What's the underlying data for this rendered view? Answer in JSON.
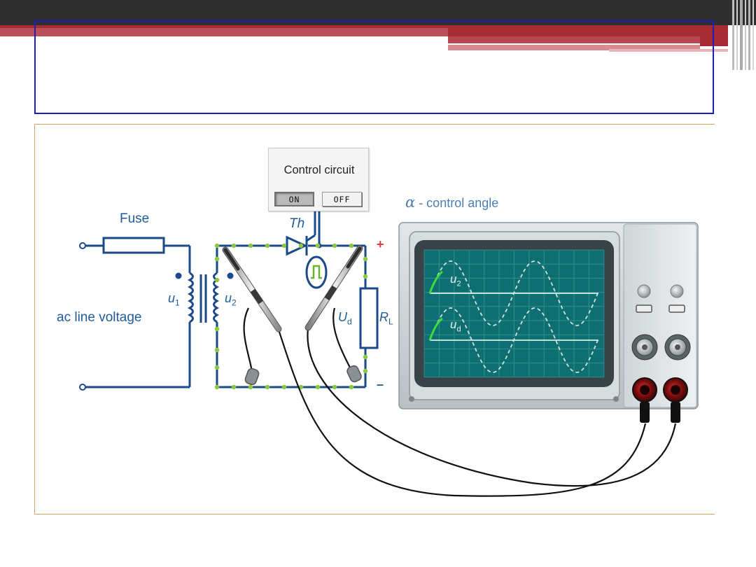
{
  "slide": {
    "title": "",
    "accent_color": "#a52a33",
    "frame_color": "#1d1dbb"
  },
  "control_panel": {
    "title": "Control circuit",
    "on_label": "ON",
    "off_label": "OFF"
  },
  "diagram": {
    "fuse_label": "Fuse",
    "thyristor_label": "Th",
    "line_voltage_label": "ac line voltage",
    "primary_label": {
      "base": "u",
      "sub": "1"
    },
    "secondary_label": {
      "base": "u",
      "sub": "2"
    },
    "output_voltage_label": {
      "base": "U",
      "sub": "d"
    },
    "load_label": {
      "base": "R",
      "sub": "L"
    },
    "plus_sign": "+",
    "minus_sign": "–",
    "alpha_symbol": "α",
    "alpha_label": " - control angle",
    "circuit_color": "#1a4a8a",
    "node_color": "#8dc63f"
  },
  "oscilloscope": {
    "trace1_label": {
      "base": "u",
      "sub": "2"
    },
    "trace2_label": {
      "base": "u",
      "sub": "d"
    },
    "screen_color": "#0e6f72",
    "active_trace_color": "#3ddc3d"
  }
}
